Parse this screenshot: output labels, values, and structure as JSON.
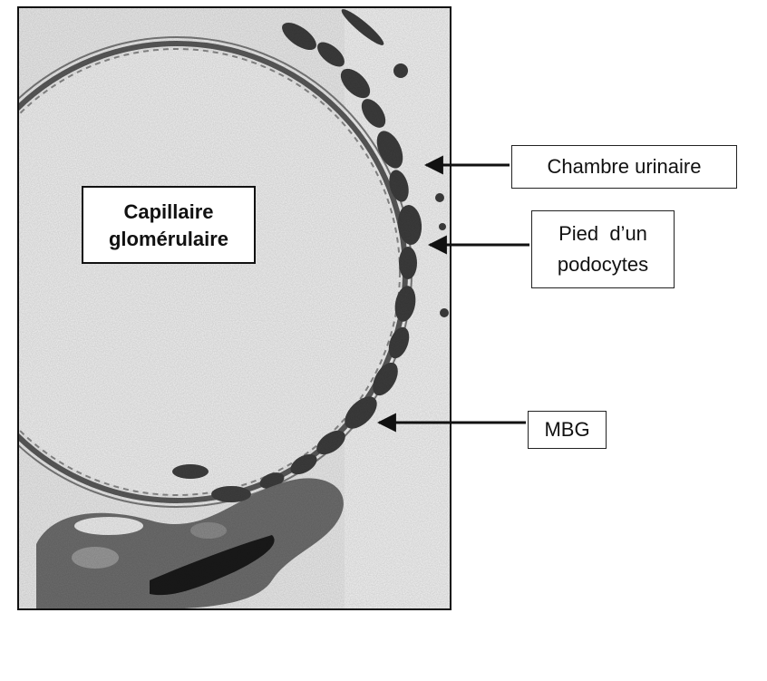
{
  "labels": {
    "capillaire": {
      "line1": "Capillaire",
      "line2": "glomérulaire"
    },
    "chambre": "Chambre urinaire",
    "pied": {
      "line1": "Pied  d’un",
      "line2": "podocytes"
    },
    "mbg": "MBG"
  },
  "colors": {
    "tissue_dark": "#3a3a3a",
    "tissue_mid": "#6f6f6f",
    "background_light": "#ededed",
    "frame": "#111111"
  }
}
